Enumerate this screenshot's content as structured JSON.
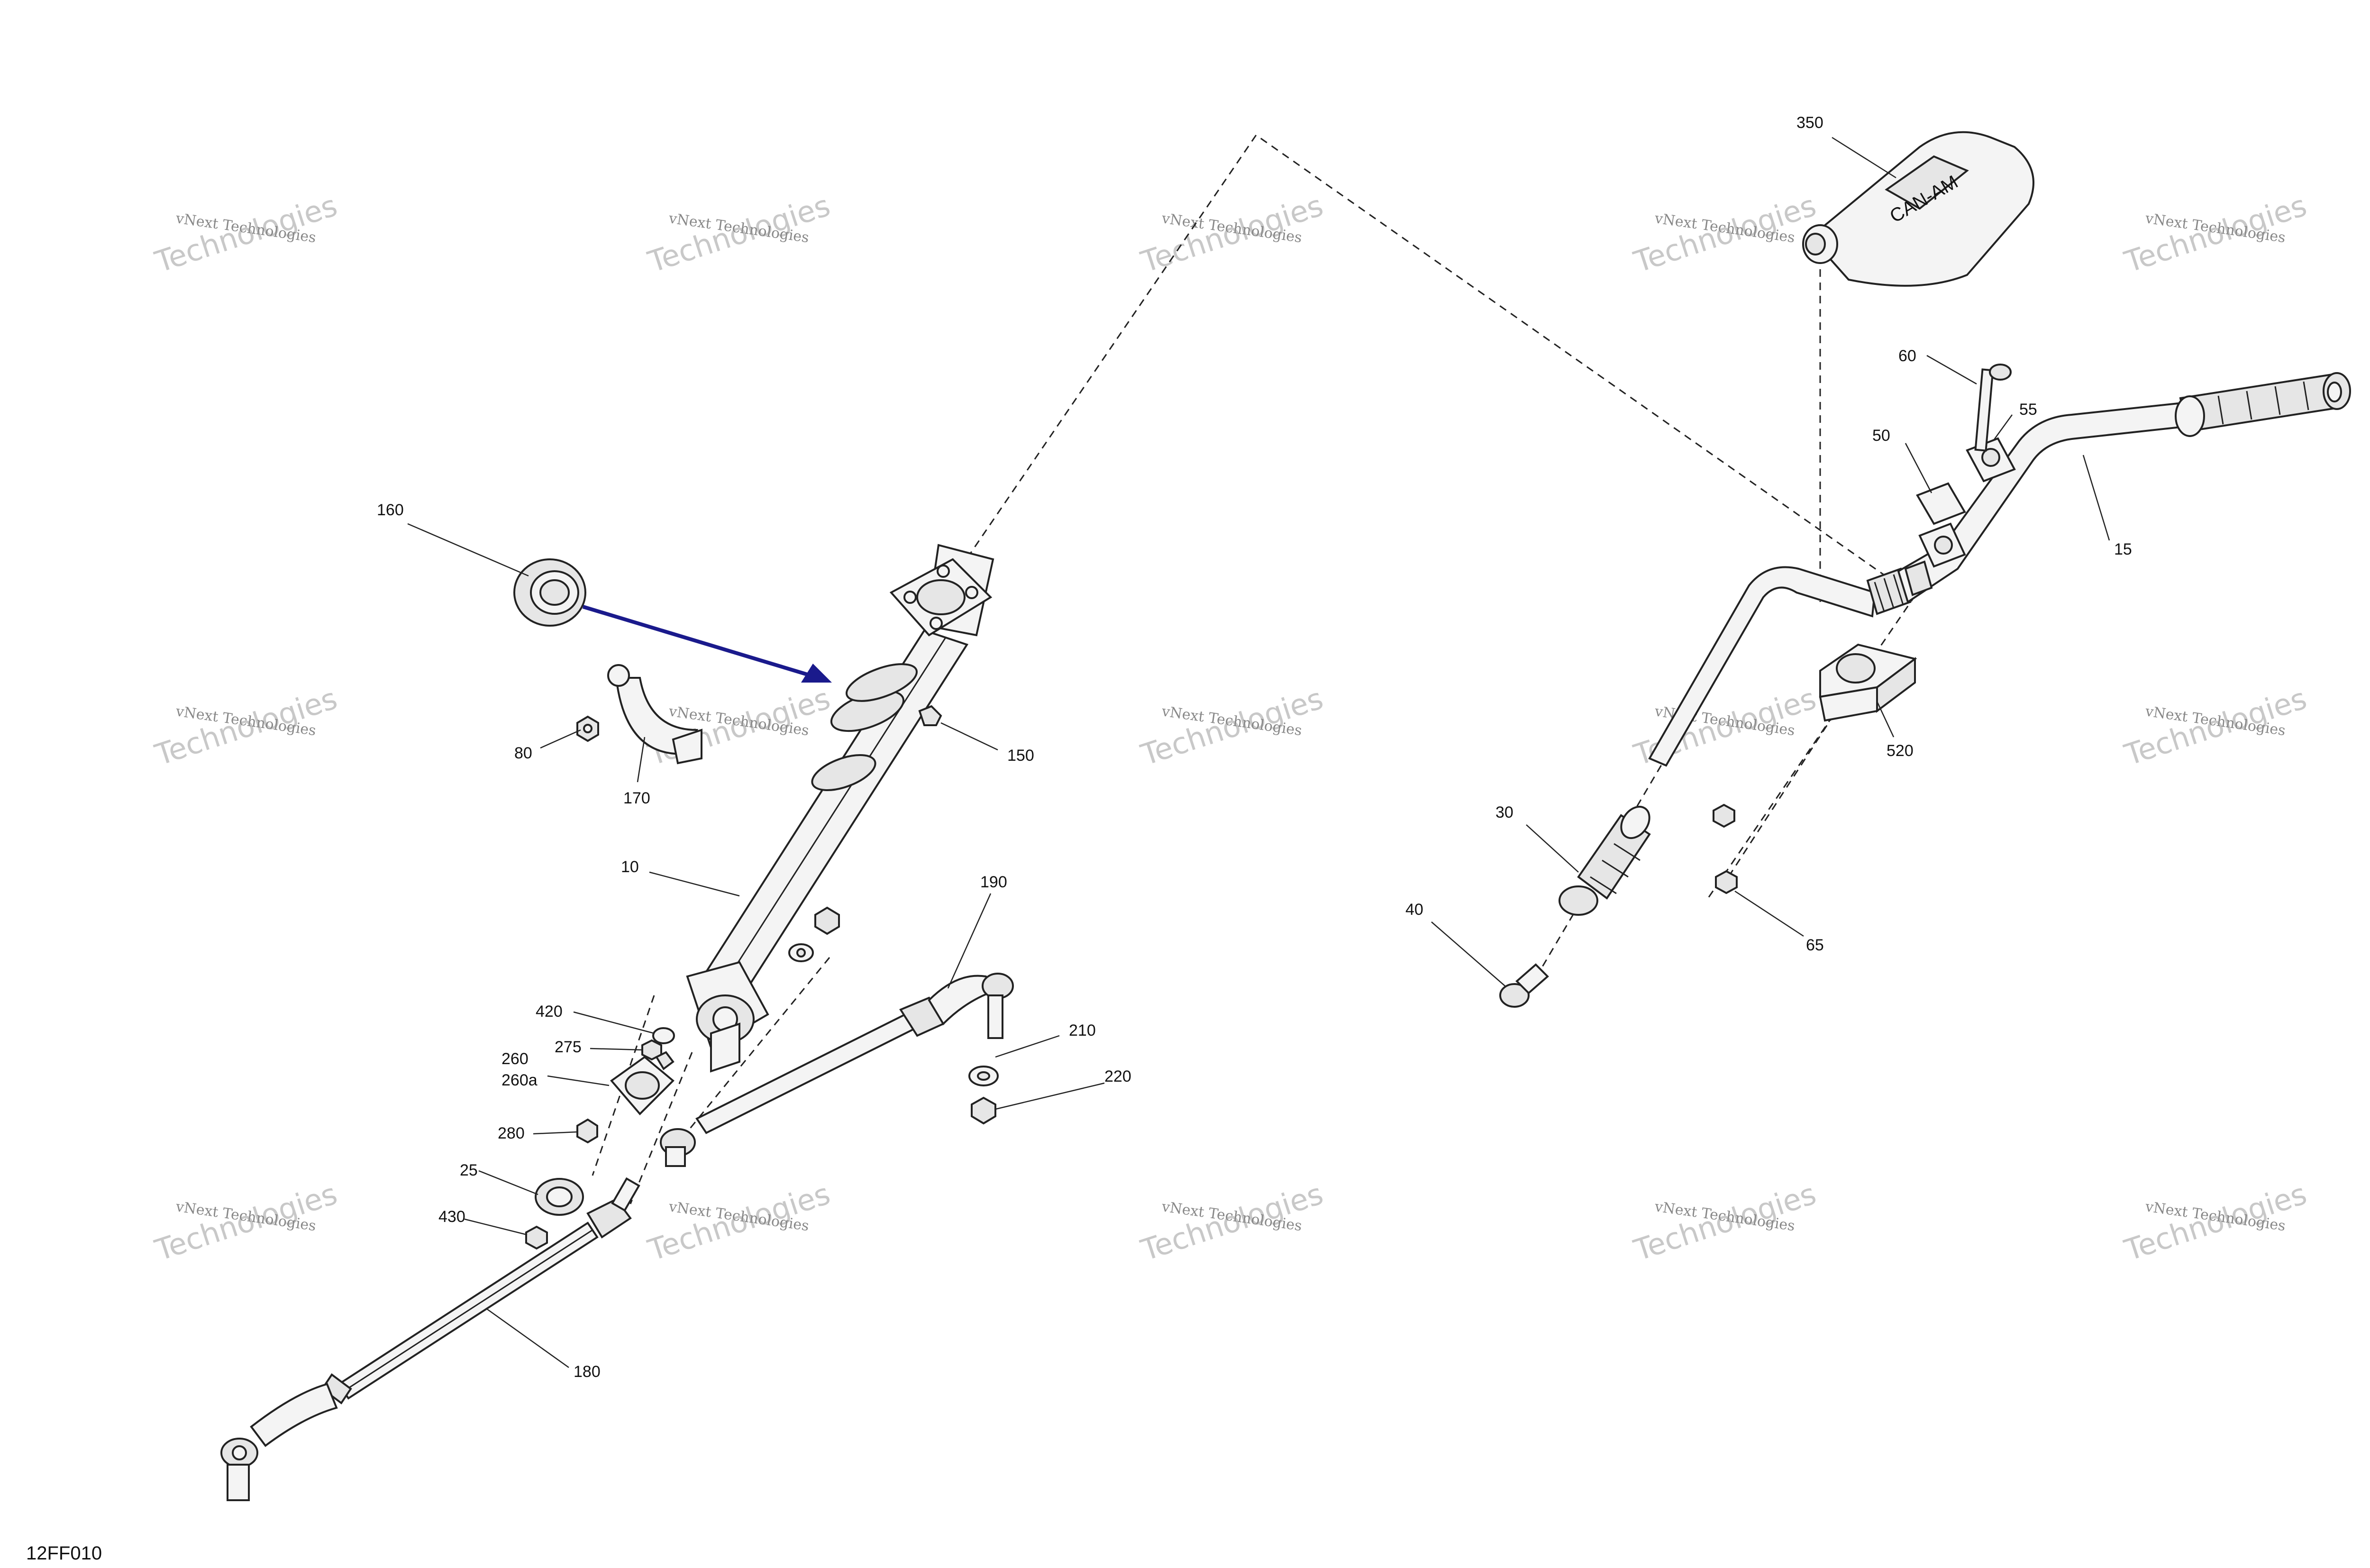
{
  "drawing_ref": "12FF010",
  "watermark": {
    "line1": "vNext Technologies",
    "line2": "Technologies"
  },
  "callouts": [
    {
      "id": "160",
      "label": "160"
    },
    {
      "id": "80",
      "label": "80"
    },
    {
      "id": "170",
      "label": "170"
    },
    {
      "id": "150",
      "label": "150"
    },
    {
      "id": "10",
      "label": "10"
    },
    {
      "id": "190",
      "label": "190"
    },
    {
      "id": "420",
      "label": "420"
    },
    {
      "id": "275",
      "label": "275"
    },
    {
      "id": "260",
      "label": "260"
    },
    {
      "id": "260a",
      "label": "260a"
    },
    {
      "id": "210",
      "label": "210"
    },
    {
      "id": "220",
      "label": "220"
    },
    {
      "id": "280",
      "label": "280"
    },
    {
      "id": "25",
      "label": "25"
    },
    {
      "id": "430",
      "label": "430"
    },
    {
      "id": "180",
      "label": "180"
    },
    {
      "id": "350",
      "label": "350"
    },
    {
      "id": "60",
      "label": "60"
    },
    {
      "id": "55",
      "label": "55"
    },
    {
      "id": "50",
      "label": "50"
    },
    {
      "id": "15",
      "label": "15"
    },
    {
      "id": "520",
      "label": "520"
    },
    {
      "id": "30",
      "label": "30"
    },
    {
      "id": "40",
      "label": "40"
    },
    {
      "id": "65",
      "label": "65"
    }
  ],
  "pad_logo_text": "CAN-AM",
  "colors": {
    "arrow": "#1a1a8c",
    "line": "#222222",
    "watermark": "#888888"
  }
}
